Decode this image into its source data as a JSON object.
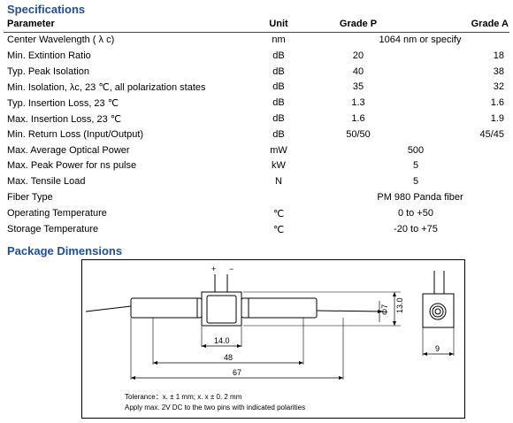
{
  "spec": {
    "title": "Specifications",
    "headers": {
      "parameter": "Parameter",
      "unit": "Unit",
      "grade_p": "Grade P",
      "grade_a": "Grade A"
    },
    "rows": [
      {
        "param": "Center Wavelength ( λ c)",
        "unit": "nm",
        "span": "1064 nm or specify"
      },
      {
        "param": "Min. Extintion Ratio",
        "unit": "dB",
        "p": "20",
        "a": "18"
      },
      {
        "param": "Typ. Peak Isolation",
        "unit": "dB",
        "p": "40",
        "a": "38"
      },
      {
        "param": "Min. Isolation, λc, 23 ℃, all polarization states",
        "unit": "dB",
        "p": "35",
        "a": "32"
      },
      {
        "param": "Typ. Insertion Loss, 23 ℃",
        "unit": "dB",
        "p": "1.3",
        "a": "1.6"
      },
      {
        "param": "Max. Insertion Loss, 23 ℃",
        "unit": "dB",
        "p": "1.6",
        "a": "1.9"
      },
      {
        "param": "Min. Return Loss (Input/Output)",
        "unit": "dB",
        "p": "50/50",
        "a": "45/45"
      },
      {
        "param": "Max. Average Optical Power",
        "unit": "mW",
        "mid": "500"
      },
      {
        "param": "Max. Peak Power for ns pulse",
        "unit": "kW",
        "mid": "5"
      },
      {
        "param": "Max. Tensile Load",
        "unit": "N",
        "mid": "5"
      },
      {
        "param": "Fiber Type",
        "unit": "",
        "span": "PM 980 Panda fiber"
      },
      {
        "param": "Operating Temperature",
        "unit": "℃",
        "mid": "0 to +50"
      },
      {
        "param": "Storage Temperature",
        "unit": "℃",
        "mid": "-20 to +75"
      }
    ]
  },
  "package": {
    "title": "Package Dimensions",
    "dims": {
      "d14": "14.0",
      "d48": "48",
      "d67": "67",
      "d13": "13.0",
      "phi7": "Φ7",
      "d9": "9"
    },
    "pins": {
      "plus": "+",
      "minus": "−"
    },
    "tolerance": "Tolerance：x. ± 1 mm; x. x ± 0. 2 mm",
    "apply_note": "Apply max. 2V DC to the two pins with indicated polarities"
  }
}
